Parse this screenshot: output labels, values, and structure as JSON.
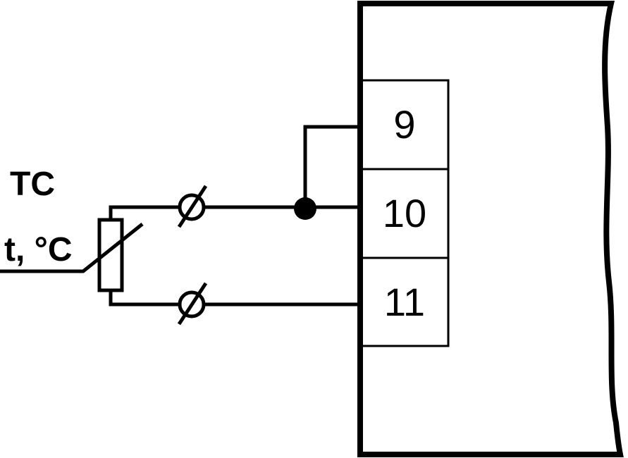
{
  "sensor": {
    "type_label": "TC",
    "measure_label": "t, °C"
  },
  "terminals": [
    {
      "number": "9"
    },
    {
      "number": "10"
    },
    {
      "number": "11"
    }
  ],
  "colors": {
    "line": "#000000",
    "background": "#ffffff"
  }
}
